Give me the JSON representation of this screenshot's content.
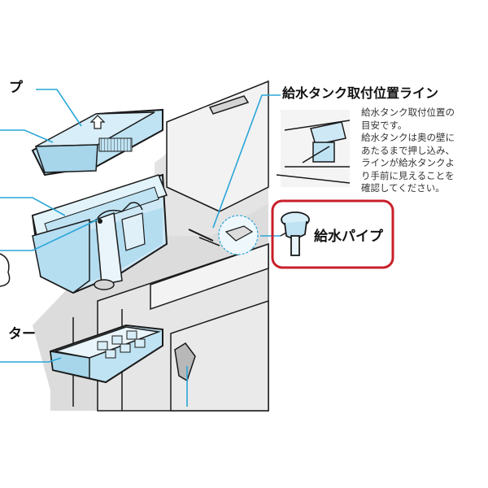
{
  "labels": {
    "pump_partial": "プ",
    "holder_partial": "ター",
    "tank_line_title": "給水タンク取付位置ライン",
    "water_pipe": "給水パイプ"
  },
  "note_lines": [
    "給水タンク取付位置の",
    "目安です。",
    "給水タンクは奥の壁に",
    "あたるまで押し込み、",
    "ラインが給水タンクよ",
    "り手前に見えることを",
    "確認してください。"
  ],
  "colors": {
    "callout_line": "#2aa6d8",
    "highlight_frame": "#c8202a",
    "part_blue": "#bfe3f3",
    "part_blue_dark": "#7fbfdc",
    "outline": "#1a1a1a",
    "cabinet_gray": "#d9d9d9",
    "cabinet_shadow": "#bdbdbd"
  }
}
